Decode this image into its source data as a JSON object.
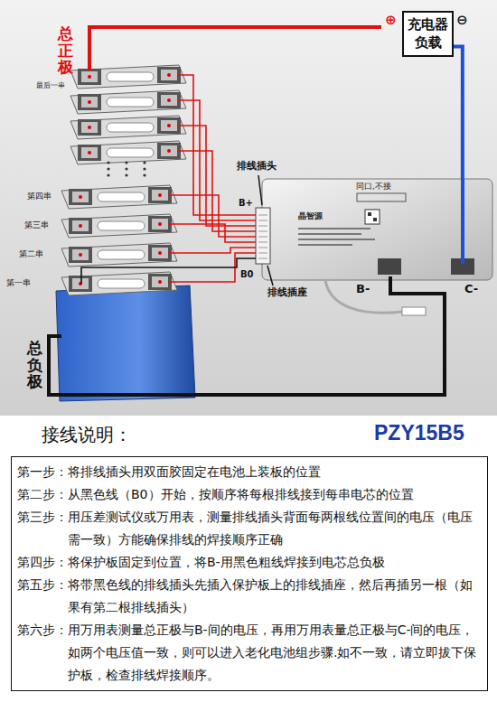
{
  "diagram": {
    "title": "PZY15B5",
    "nodes": [
      {
        "text": [
          "充电器 负载"
        ]
      },
      {
        "text": [
          "同口,不接"
        ]
      },
      {
        "text": [
          "第一步：将排线插头用双面胶固定在电池上装板的位置",
          "第二步：从黑色线（B0）开始，按顺序将每根排线接到每串电芯的位置",
          "第三步：用压差测试仪或万用表，测量排线插头背面每两根线位置间的电压（电压需一致）方能确保排线的焊接顺序正确",
          "第四步：将保护板固定到位置，将B-用黑色粗线焊接到电芯总负极",
          "第五步：将带黑色线的排线插头先插入保护板上的排线插座，然后再插另一根（如果有第二根排线插头）",
          "第六步：用万用表测量总正极与B-间的电压，再用万用表量总正极与C-间的电压，如两个电压值一致，则可以进入老化电池组步骤.如不一致，请立即拔下保护板，检查排线焊接顺序。"
        ]
      }
    ],
    "edges": [
      {
        "from": 0,
        "to": 1,
        "arrow": "none"
      }
    ],
    "labels": [
      "⊕",
      "⊖",
      "总正极",
      "最后一串",
      "第四串",
      "第三串",
      "第二串",
      "第一串",
      "总负极",
      "排线插头",
      "B+",
      "B0",
      "排线插座",
      "晶智源",
      "B-",
      "C-",
      "接线说明："
    ]
  }
}
